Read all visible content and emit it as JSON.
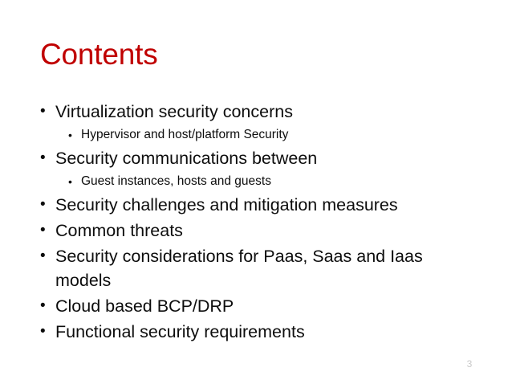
{
  "slide": {
    "title": "Contents",
    "title_color": "#C00000",
    "background_color": "#FFFFFF",
    "body_text_color": "#0D0D0D",
    "page_number": "3",
    "page_number_color": "#C9C9C9",
    "bullet_glyph": "•",
    "items": [
      {
        "level": 1,
        "text": "Virtualization security concerns",
        "justified": false
      },
      {
        "level": 2,
        "text": "Hypervisor and host/platform Security",
        "justified": false
      },
      {
        "level": 1,
        "text": "Security communications between",
        "justified": false
      },
      {
        "level": 2,
        "text": "Guest instances, hosts and guests",
        "justified": false
      },
      {
        "level": 1,
        "text": "Security challenges and mitigation measures",
        "justified": false
      },
      {
        "level": 1,
        "text": "Common threats",
        "justified": false
      },
      {
        "level": 1,
        "text": "Security considerations for Paas, Saas and Iaas",
        "text_line2": "models",
        "justified": true
      },
      {
        "level": 1,
        "text": "Cloud based BCP/DRP",
        "justified": false
      },
      {
        "level": 1,
        "text": "Functional security requirements",
        "justified": false
      }
    ]
  }
}
